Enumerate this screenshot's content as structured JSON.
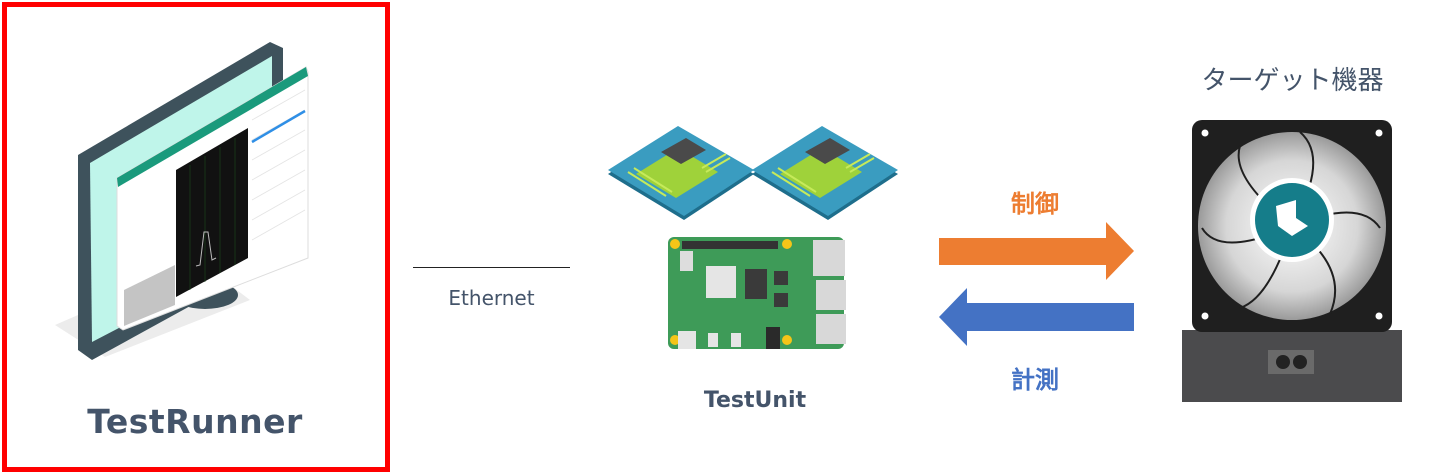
{
  "title": "TestRunner / TestUnit / Target device system diagram",
  "nodes": {
    "testrunner": {
      "label": "TestRunner",
      "icon": "monitor-with-app-windows-icon",
      "selected": true
    },
    "testunit": {
      "label": "TestUnit",
      "icons": [
        "motherboard-icon",
        "motherboard-icon",
        "raspberry-pi-board-icon"
      ]
    },
    "target": {
      "label": "ターゲット機器",
      "icon": "cooling-fan-device-icon"
    }
  },
  "connections": {
    "ethernet": {
      "label": "Ethernet"
    },
    "control": {
      "label": "制御",
      "direction": "right",
      "color": "#ed7d31"
    },
    "measure": {
      "label": "計測",
      "direction": "left",
      "color": "#4472c4"
    }
  },
  "colors": {
    "selection": "#ff0000",
    "text": "#44546a",
    "control": "#ed7d31",
    "measure": "#4472c4"
  }
}
